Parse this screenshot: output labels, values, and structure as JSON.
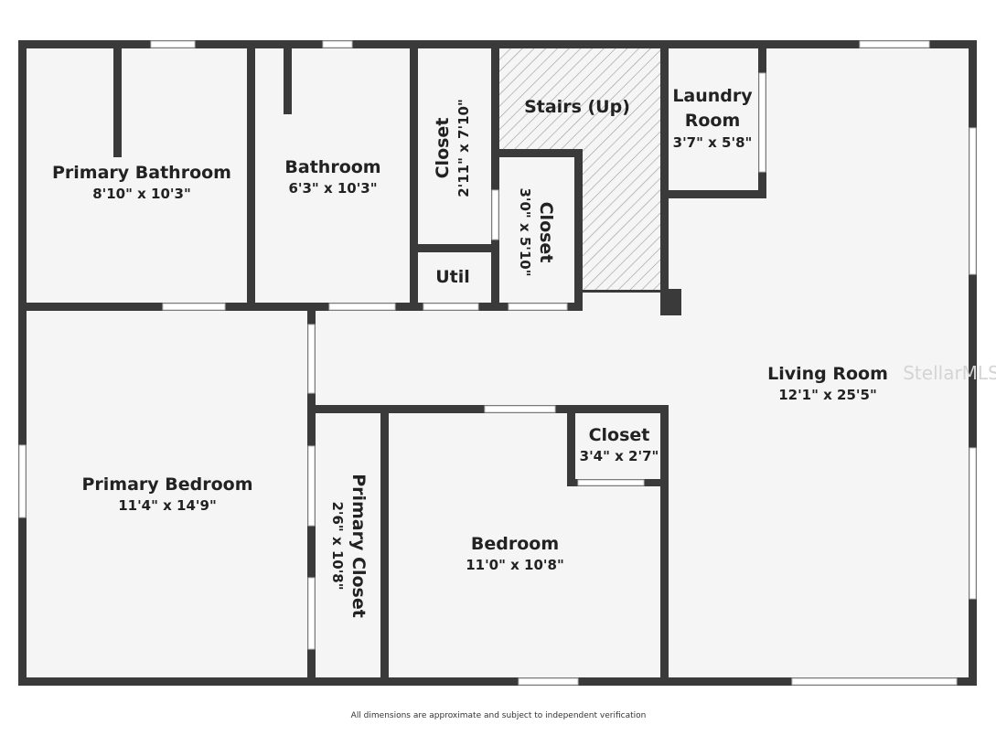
{
  "rooms": {
    "primary_bathroom": {
      "name": "Primary Bathroom",
      "dims": "8'10\" x 10'3\""
    },
    "bathroom": {
      "name": "Bathroom",
      "dims": "6'3\" x 10'3\""
    },
    "closet_1": {
      "name": "Closet",
      "dims": "2'11\" x 7'10\""
    },
    "stairs": {
      "name": "Stairs (Up)"
    },
    "closet_2": {
      "name": "Closet",
      "dims": "3'0\" x 5'10\""
    },
    "util": {
      "name": "Util"
    },
    "laundry": {
      "name_line1": "Laundry",
      "name_line2": "Room",
      "dims": "3'7\" x 5'8\""
    },
    "living_room": {
      "name": "Living Room",
      "dims": "12'1\" x 25'5\""
    },
    "primary_bedroom": {
      "name": "Primary Bedroom",
      "dims": "11'4\" x 14'9\""
    },
    "primary_closet": {
      "name": "Primary Closet",
      "dims": "2'6\" x 10'8\""
    },
    "bedroom": {
      "name": "Bedroom",
      "dims": "11'0\" x 10'8\""
    },
    "closet_3": {
      "name": "Closet",
      "dims": "3'4\" x 2'7\""
    }
  },
  "watermark": "StellarMLS",
  "footer": "All dimensions are approximate and subject to independent verification",
  "colors": {
    "wall": "#3a3a3a",
    "floor": "#f5f5f5",
    "stairs_hatch": "#9a9a9a"
  }
}
